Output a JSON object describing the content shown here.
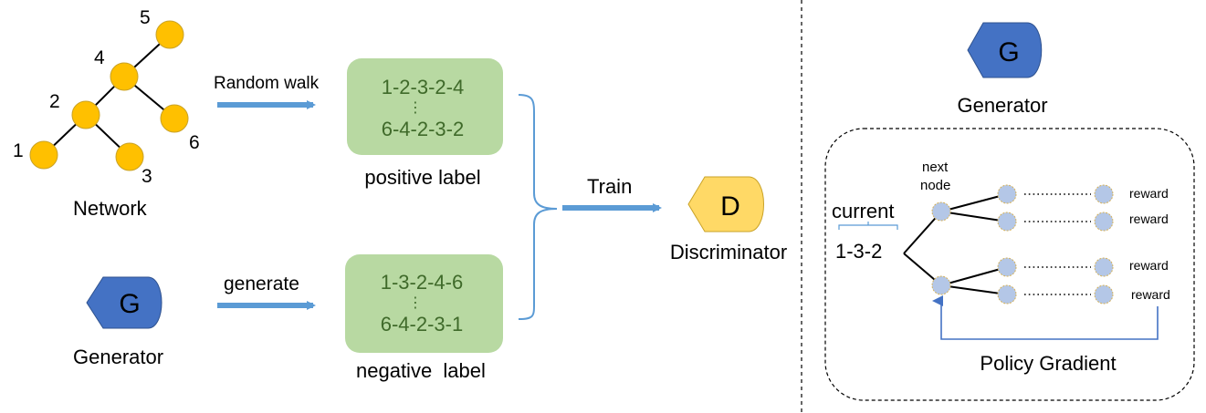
{
  "network": {
    "label": "Network",
    "nodes": [
      "1",
      "2",
      "3",
      "4",
      "5",
      "6"
    ]
  },
  "random_walk_label": "Random walk",
  "generate_label": "generate",
  "positive_box": {
    "line1": "1-2-3-2-4",
    "dots": "⋮",
    "line2": "6-4-2-3-2",
    "caption": "positive label"
  },
  "negative_box": {
    "line1": "1-3-2-4-6",
    "dots": "⋮",
    "line2": "6-4-2-3-1",
    "caption": "negative  label"
  },
  "train_label": "Train",
  "discriminator": {
    "letter": "D",
    "label": "Discriminator"
  },
  "generator_left": {
    "letter": "G",
    "label": "Generator"
  },
  "generator_right": {
    "letter": "G",
    "label": "Generator"
  },
  "policy": {
    "next_node": "next",
    "next_node_2": "node",
    "current": "current",
    "sequence": "1-3-2",
    "rewards": [
      "reward",
      "reward",
      "reward",
      "reward"
    ],
    "gradient_label": "Policy Gradient"
  },
  "colors": {
    "yellow_node": "#FFC000",
    "green_box": "#B8D9A2",
    "generator_blue": "#4472C4",
    "discriminator_yellow": "#FFD966",
    "arrow_blue": "#5B9BD5",
    "blue_node": "#B4C7E7"
  }
}
